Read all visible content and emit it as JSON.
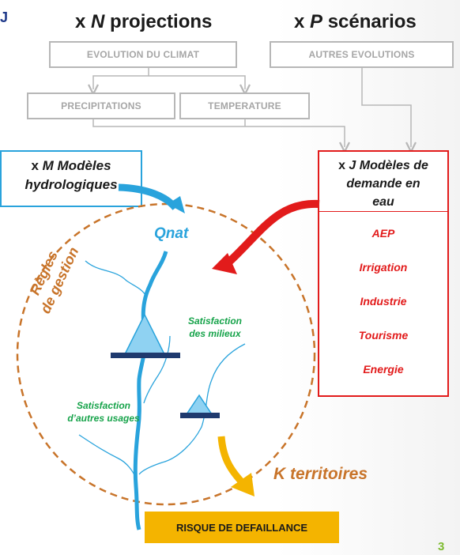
{
  "corner_mark": "J",
  "headings": {
    "n_prefix": "x ",
    "n_var": "N",
    "n_suffix": " projections",
    "p_prefix": "x ",
    "p_var": "P",
    "p_suffix": " scénarios"
  },
  "boxes": {
    "evolution_climat": "EVOLUTION DU CLIMAT",
    "autres_evolutions": "AUTRES EVOLUTIONS",
    "precipitations": "PRECIPITATIONS",
    "temperature": "TEMPERATURE"
  },
  "hydro_models": {
    "line1_prefix": "x ",
    "line1_var": "M",
    "line1_suffix": " Modèles",
    "line2": "hydrologiques"
  },
  "demand_models": {
    "line1_prefix": "x ",
    "line1_var": "J",
    "line1_suffix": " Modèles de",
    "line2": "demande en",
    "line3": "eau",
    "items": [
      "AEP",
      "Irrigation",
      "Industrie",
      "Tourisme",
      "Energie"
    ]
  },
  "qnat": "Qnat",
  "regles_line1": "Règles",
  "regles_line2": "de gestion",
  "satisfaction_milieux_1": "Satisfaction",
  "satisfaction_milieux_2": "des milieux",
  "satisfaction_usages_1": "Satisfaction",
  "satisfaction_usages_2": "d’autres usages",
  "k_territoires": "K territoires",
  "risque": "RISQUE DE DEFAILLANCE",
  "page_number": "3",
  "colors": {
    "blue": "#29a3dc",
    "red": "#e21b1b",
    "orange": "#c8742a",
    "yellow": "#f4b400",
    "green": "#16a34a",
    "grey": "#b7b7b7",
    "navy": "#1f3a6e"
  }
}
